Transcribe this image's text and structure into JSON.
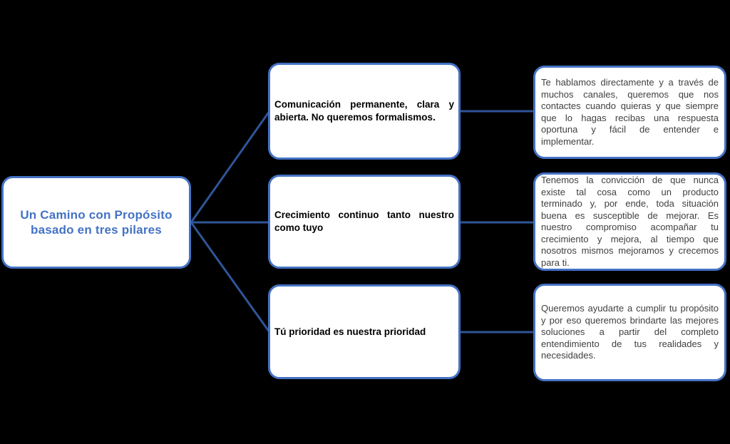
{
  "colors": {
    "background": "#000000",
    "box_fill": "#ffffff",
    "box_border": "#4472c4",
    "connector": "#2f5597",
    "title_text": "#4472c4",
    "pillar_text": "#000000",
    "detail_text": "#404040"
  },
  "diagram": {
    "root": {
      "title": "Un Camino con Propósito basado en tres pilares"
    },
    "pillars": [
      {
        "label": "Comunicación permanente, clara y abierta. No queremos formalismos.",
        "detail": "Te hablamos directamente y a través de muchos canales, queremos que nos contactes cuando quieras y que siempre que lo hagas recibas una respuesta oportuna y fácil de entender e implementar."
      },
      {
        "label": "Crecimiento continuo tanto nuestro como tuyo",
        "detail": "Tenemos la convicción de que nunca existe tal cosa como un producto terminado y, por ende, toda situación buena es susceptible de mejorar. Es nuestro compromiso acompañar tu crecimiento y mejora, al tiempo que nosotros mismos mejoramos y crecemos para ti."
      },
      {
        "label": "Tú prioridad es nuestra prioridad",
        "detail": "Queremos ayudarte a cumplir tu propósito y por eso queremos brindarte las mejores soluciones a partir del completo entendimiento de tus realidades y necesidades."
      }
    ]
  }
}
